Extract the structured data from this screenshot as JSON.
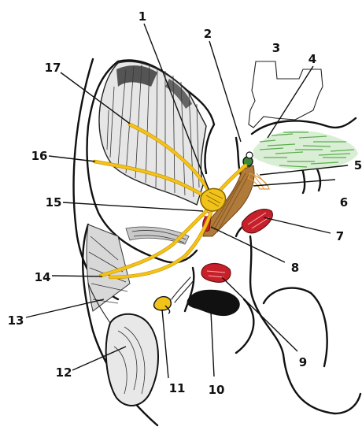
{
  "figure": {
    "labels": [
      "1",
      "2",
      "3",
      "4",
      "5",
      "6",
      "7",
      "8",
      "9",
      "10",
      "11",
      "12",
      "13",
      "14",
      "15",
      "16",
      "17"
    ]
  },
  "colors": {
    "nerve": "#f5c218",
    "ganglion": "#f1c21a",
    "muscle_brown": "#b07a3a",
    "muscle_red": "#c8202a",
    "green_fibers": "#5cae4f",
    "cavity_black": "#111111"
  }
}
